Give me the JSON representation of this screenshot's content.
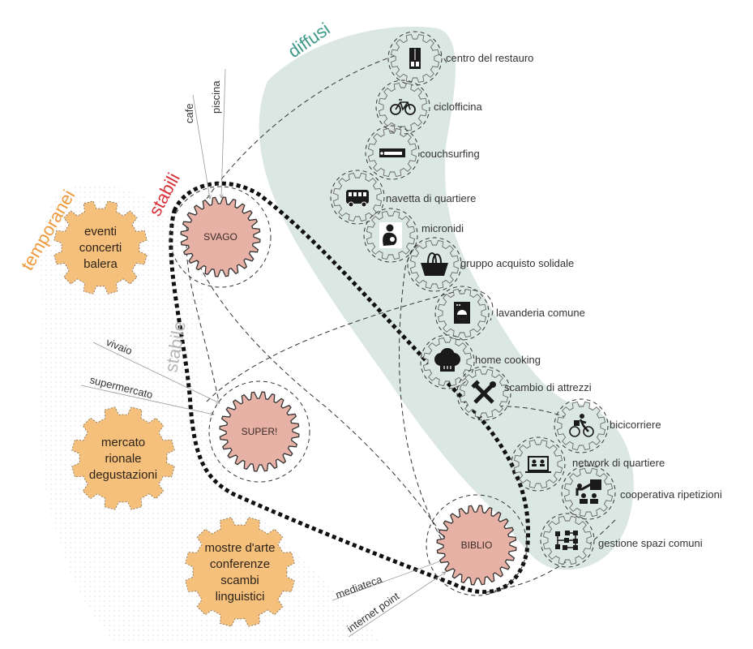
{
  "colors": {
    "diffusi_area": "#dbe7e2",
    "diffusi_title": "#3f9a8a",
    "stabili_title": "#d8333a",
    "temporanei_title": "#ef9a3c",
    "stabile_title": "#b5b5b5",
    "core_gear_fill": "#e8b1a5",
    "temp_gear_fill": "#f5c07c",
    "ink": "#1a1a1a"
  },
  "groups": {
    "diffusi": "diffusi",
    "stabili": "stabili",
    "temporanei": "temporanei",
    "stabile": "stabile"
  },
  "core_services": [
    {
      "id": "svago",
      "label": "SVAGO",
      "inputs": [
        "cafe",
        "piscina"
      ]
    },
    {
      "id": "super",
      "label": "SUPER!",
      "inputs": [
        "vivaio",
        "supermercato"
      ]
    },
    {
      "id": "biblio",
      "label": "BIBLIO",
      "inputs": [
        "mediateca",
        "internet point"
      ]
    }
  ],
  "temporary_services": [
    {
      "lines": [
        "eventi",
        "concerti",
        "balera"
      ]
    },
    {
      "lines": [
        "mercato",
        "rionale",
        "degustazioni"
      ]
    },
    {
      "lines": [
        "mostre d'arte",
        "conferenze",
        "scambi",
        "linguistici"
      ]
    }
  ],
  "diffused_services": [
    {
      "label": "centro del restauro",
      "icon": "cabinet-icon"
    },
    {
      "label": "ciclofficina",
      "icon": "bicycle-icon"
    },
    {
      "label": "couchsurfing",
      "icon": "sofa-icon"
    },
    {
      "label": "navetta di quartiere",
      "icon": "bus-icon"
    },
    {
      "label": "micronidi",
      "icon": "mother-child-icon"
    },
    {
      "label": "gruppo acquisto solidale",
      "icon": "basket-icon"
    },
    {
      "label": "lavanderia comune",
      "icon": "washing-machine-icon"
    },
    {
      "label": "home cooking",
      "icon": "chef-hat-icon"
    },
    {
      "label": "scambio di attrezzi",
      "icon": "tools-icon"
    },
    {
      "label": "bicicorriere",
      "icon": "bike-courier-icon"
    },
    {
      "label": "network di quartiere",
      "icon": "video-call-icon"
    },
    {
      "label": "cooperativa ripetizioni",
      "icon": "teacher-icon"
    },
    {
      "label": "gestione spazi comuni",
      "icon": "flowchart-icon"
    }
  ]
}
